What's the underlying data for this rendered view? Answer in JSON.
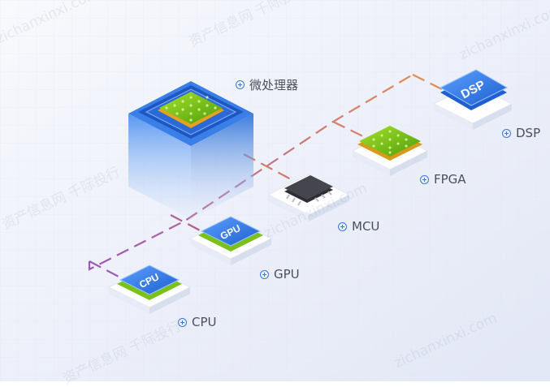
{
  "nodes": {
    "microprocessor": {
      "label": "微处理器",
      "chip_text": ""
    },
    "dsp": {
      "label": "DSP",
      "chip_text": "DSP"
    },
    "fpga": {
      "label": "FPGA",
      "chip_text": ""
    },
    "mcu": {
      "label": "MCU",
      "chip_text": ""
    },
    "gpu": {
      "label": "GPU",
      "chip_text": "GPU"
    },
    "cpu": {
      "label": "CPU",
      "chip_text": "CPU"
    }
  },
  "watermark": {
    "cn": "资产信息网 千际投行",
    "en": "zichanxinxi.com"
  },
  "colors": {
    "background_top": "#f7f8fc",
    "background_bottom": "#e3e8f6",
    "line_purple": "#9b59b6",
    "line_orange": "#e08b5a",
    "chip_blue": "#2e6fdc",
    "chip_green": "#7ac21a",
    "platform": "#ffffff",
    "icon_blue": "#3a7bd5"
  },
  "icons": [
    "plus-circle-icon",
    "chip-icon"
  ]
}
